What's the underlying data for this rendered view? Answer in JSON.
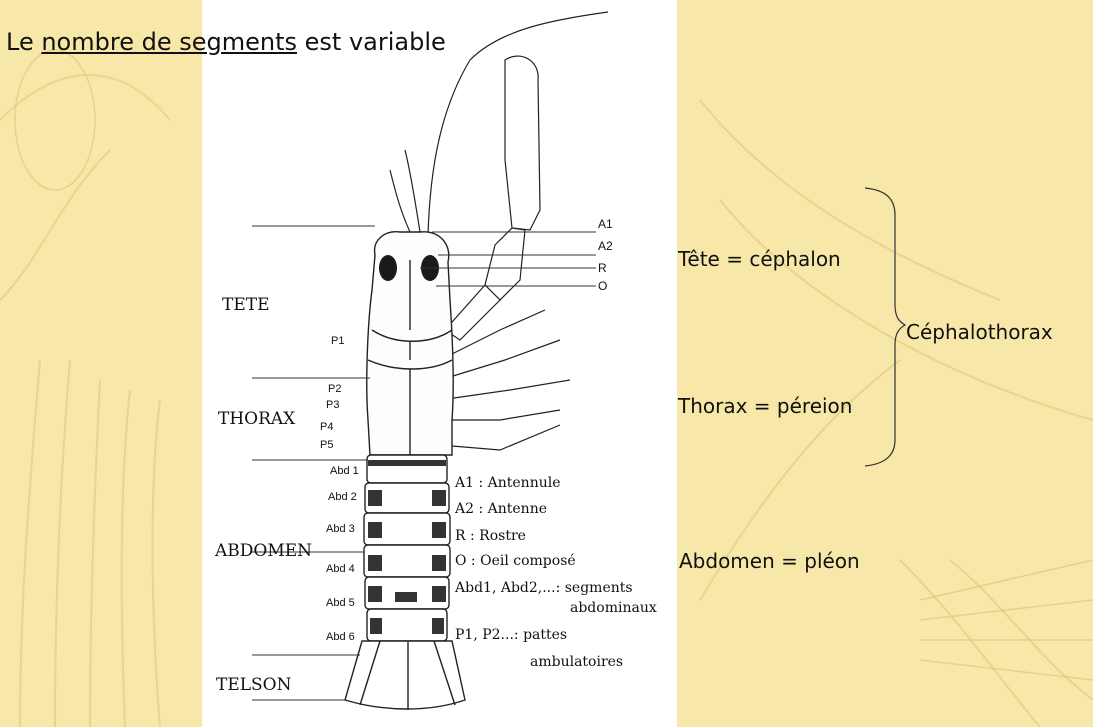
{
  "title": {
    "prefix": "Le ",
    "underlined": "nombre de segments",
    "suffix": " est variable"
  },
  "regions": {
    "head": "TETE",
    "thorax": "THORAX",
    "abdomen": "ABDOMEN",
    "telson": "TELSON"
  },
  "right_labels": {
    "a1": "A1",
    "a2": "A2",
    "r": "R",
    "o": "O"
  },
  "legs": [
    "P1",
    "P2",
    "P3",
    "P4",
    "P5"
  ],
  "segments": [
    "Abd 1",
    "Abd 2",
    "Abd 3",
    "Abd 4",
    "Abd 5",
    "Abd 6"
  ],
  "legend": [
    "A1 : Antennule",
    "A2 : Antenne",
    "R : Rostre",
    "O : Oeil composé",
    "Abd1, Abd2,...: segments",
    "abdominaux",
    "P1, P2...: pattes",
    "ambulatoires"
  ],
  "side": {
    "head": "Tête = céphalon",
    "thorax": "Thorax = péreion",
    "cephalothorax": "Céphalothorax",
    "abdomen": "Abdomen = pléon"
  }
}
